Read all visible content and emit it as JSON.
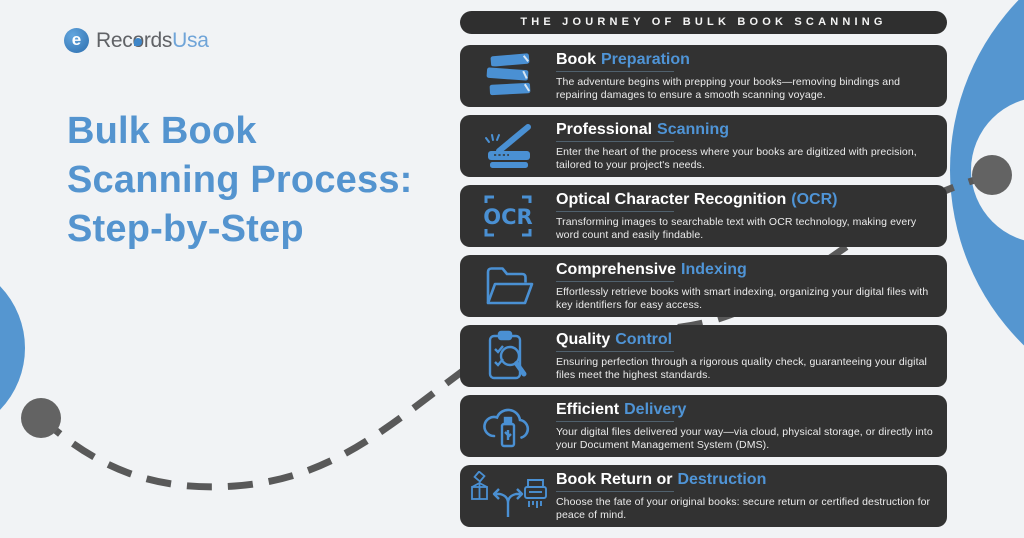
{
  "logo": {
    "badge": "e",
    "name_prefix": "Rec",
    "name_o": "o",
    "name_suffix": "rds",
    "name_accent": "Usa"
  },
  "title": {
    "line1": "Bulk Book",
    "line2": "Scanning Process:",
    "line3": "Step-by-Step"
  },
  "journey": {
    "header": "THE JOURNEY OF BULK BOOK SCANNING"
  },
  "icons": {
    "ocr_label": "OCR"
  },
  "steps": [
    {
      "icon": "books-stack-icon",
      "title_white": "Book",
      "title_blue": "Preparation",
      "desc": "The adventure begins with prepping your books—removing bindings and repairing damages to ensure a smooth scanning voyage."
    },
    {
      "icon": "scanner-icon",
      "title_white": "Professional",
      "title_blue": "Scanning",
      "desc": "Enter the heart of the process where your books are digitized with precision, tailored to your project's needs."
    },
    {
      "icon": "ocr-frame-icon",
      "title_white": "Optical Character Recognition",
      "title_blue": "(OCR)",
      "desc": "Transforming images to searchable text with OCR technology, making every word count and easily findable."
    },
    {
      "icon": "open-folder-icon",
      "title_white": "Comprehensive",
      "title_blue": "Indexing",
      "desc": "Effortlessly retrieve books with smart indexing, organizing your digital files with key identifiers for easy access."
    },
    {
      "icon": "clipboard-magnifier-icon",
      "title_white": "Quality",
      "title_blue": "Control",
      "desc": "Ensuring perfection through a rigorous quality check, guaranteeing your digital files meet the highest standards."
    },
    {
      "icon": "cloud-usb-icon",
      "title_white": "Efficient",
      "title_blue": "Delivery",
      "desc": "Your digital files delivered your way—via cloud, physical storage, or directly into your Document Management System (DMS)."
    },
    {
      "icon": "box-arrows-shredder-icon",
      "title_white": "Book Return or",
      "title_blue": "Destruction",
      "desc": "Choose the fate of your original books: secure return or certified destruction for peace of mind."
    }
  ],
  "colors": {
    "background": "#f1f3f5",
    "card_bg": "#323232",
    "accent_blue": "#5494cf",
    "icon_blue": "#4a90d3",
    "decor_blue": "#5596d0",
    "dash_gray": "#595959",
    "dot_gray": "#636363"
  }
}
